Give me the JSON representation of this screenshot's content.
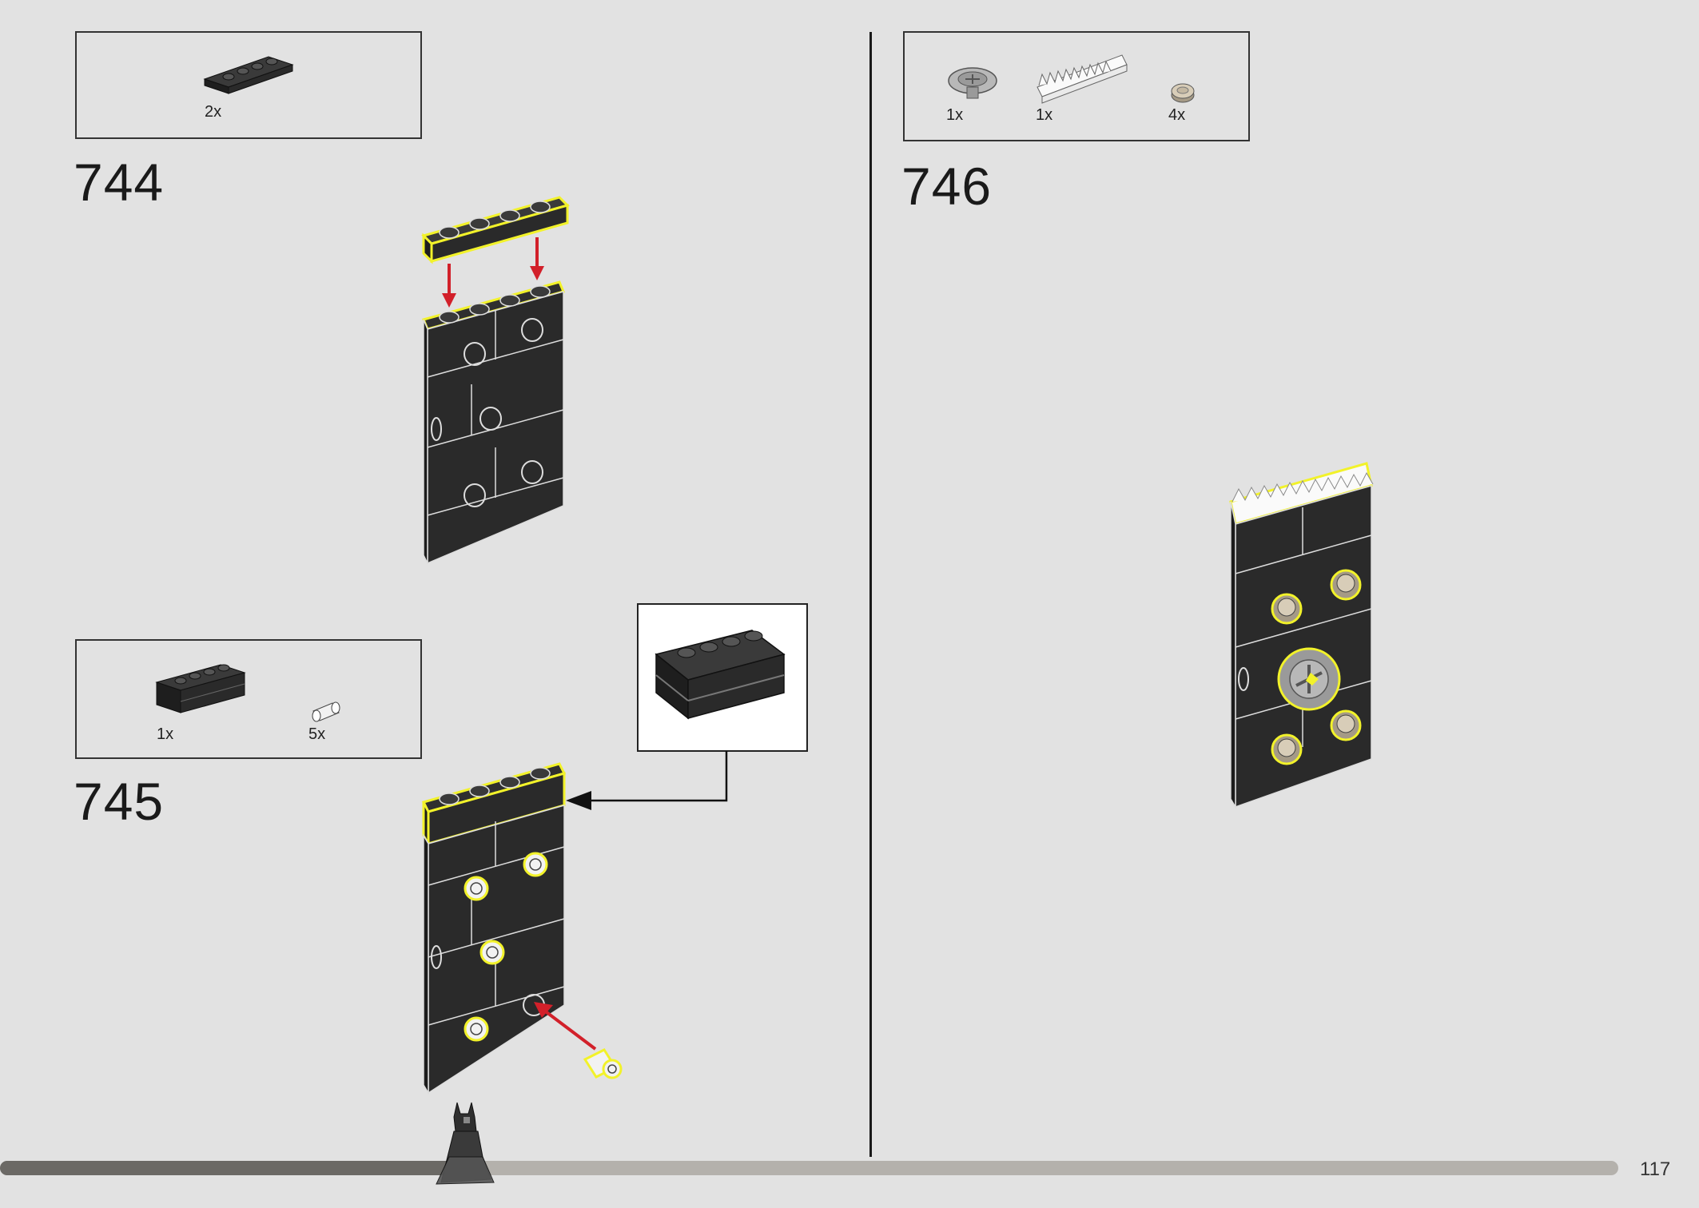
{
  "steps": [
    {
      "number": "744",
      "parts": [
        {
          "qty": "2x",
          "icon": "dark-plate-1x4-icon"
        }
      ]
    },
    {
      "number": "745",
      "parts": [
        {
          "qty": "1x",
          "icon": "dark-brick-1x4-groove-icon"
        },
        {
          "qty": "5x",
          "icon": "friction-pin-icon"
        }
      ]
    },
    {
      "number": "746",
      "parts": [
        {
          "qty": "1x",
          "icon": "gray-gear-icon"
        },
        {
          "qty": "1x",
          "icon": "white-gear-rack-icon"
        },
        {
          "qty": "4x",
          "icon": "tan-round-tile-icon"
        }
      ]
    }
  ],
  "page_number": "117",
  "progress": {
    "fraction": 0.29
  },
  "colors": {
    "background": "#e2e2e2",
    "brick": "#2a2a2a",
    "highlight": "#f2f22a",
    "arrow_red": "#d2202a",
    "progress_fill": "#6b6965",
    "progress_track": "#b4b1ac"
  }
}
